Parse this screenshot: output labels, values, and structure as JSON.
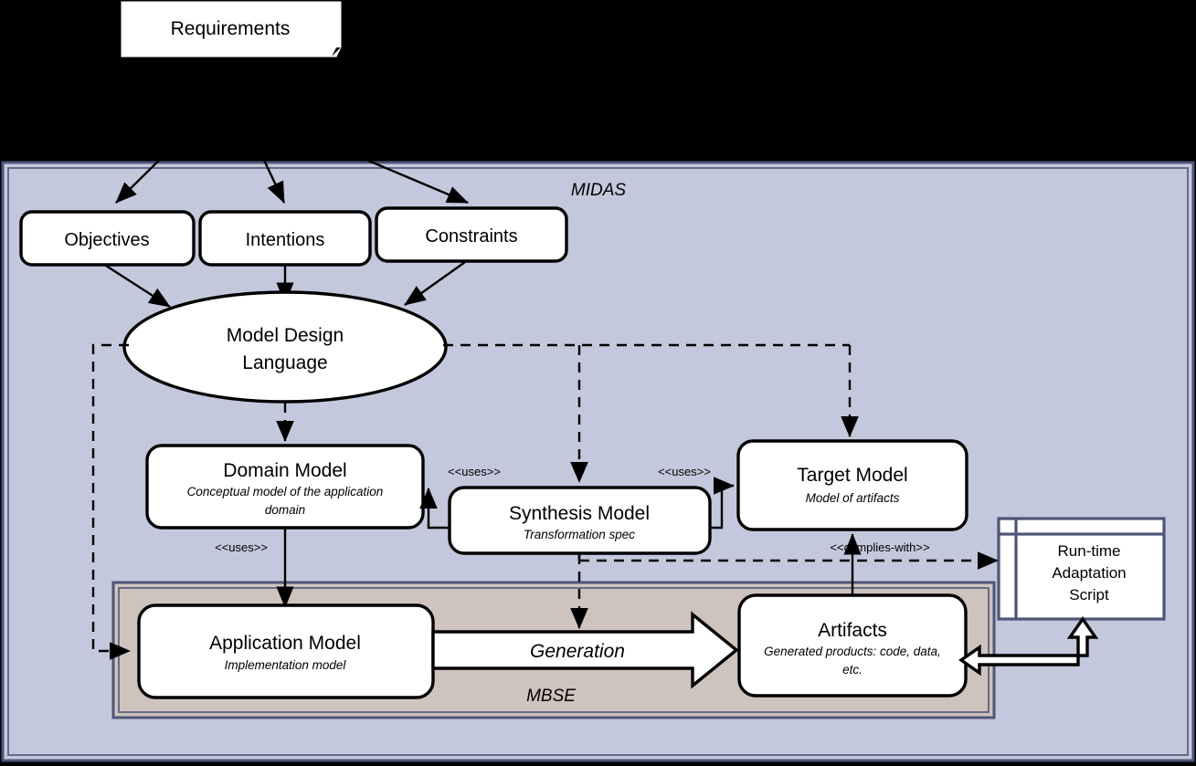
{
  "diagram": {
    "title": "MIDAS / MBSE model-driven adaptation architecture",
    "background_color": "#000000",
    "panels": [
      {
        "id": "midas",
        "label": "MIDAS",
        "fill": "#c3c8dc",
        "border": "#4d5578"
      },
      {
        "id": "mbse",
        "label": "MBSE",
        "fill": "#cfc3bd",
        "border": "#4d5578"
      }
    ],
    "nodes": {
      "requirements": {
        "label": "Requirements",
        "shape": "document",
        "fill": "#ffffff"
      },
      "objectives": {
        "label": "Objectives",
        "shape": "rounded-rect",
        "fill": "#ffffff"
      },
      "intentions": {
        "label": "Intentions",
        "shape": "rounded-rect",
        "fill": "#ffffff"
      },
      "constraints": {
        "label": "Constraints",
        "shape": "rounded-rect",
        "fill": "#ffffff"
      },
      "model_design_language": {
        "label_line1": "Model Design",
        "label_line2": "Language",
        "shape": "ellipse",
        "fill": "#ffffff"
      },
      "domain_model": {
        "label": "Domain Model",
        "sub_line1": "Conceptual model of the application",
        "sub_line2": "domain",
        "shape": "rounded-rect",
        "fill": "#ffffff"
      },
      "synthesis_model": {
        "label": "Synthesis Model",
        "sub_line1": "Transformation spec",
        "shape": "rounded-rect",
        "fill": "#ffffff"
      },
      "target_model": {
        "label": "Target Model",
        "sub_line1": "Model of artifacts",
        "shape": "rounded-rect",
        "fill": "#ffffff"
      },
      "application_model": {
        "label": "Application Model",
        "sub_line1": "Implementation model",
        "shape": "rounded-rect",
        "fill": "#ffffff"
      },
      "artifacts": {
        "label": "Artifacts",
        "sub_line1": "Generated products: code, data,",
        "sub_line2": "etc.",
        "shape": "rounded-rect",
        "fill": "#ffffff"
      },
      "runtime_adaptation_script": {
        "label_line1": "Run-time",
        "label_line2": "Adaptation",
        "label_line3": "Script",
        "shape": "table-frame",
        "fill": "#ffffff",
        "frame_color": "#4d5578"
      },
      "generation": {
        "label": "Generation",
        "shape": "block-arrow",
        "fill": "#ffffff"
      }
    },
    "edge_labels": {
      "uses_domain_synthesis": "<<uses>>",
      "uses_synthesis_target": "<<uses>>",
      "uses_domain_application": "<<uses>>",
      "complies_with": "<<complies-with>>"
    }
  }
}
